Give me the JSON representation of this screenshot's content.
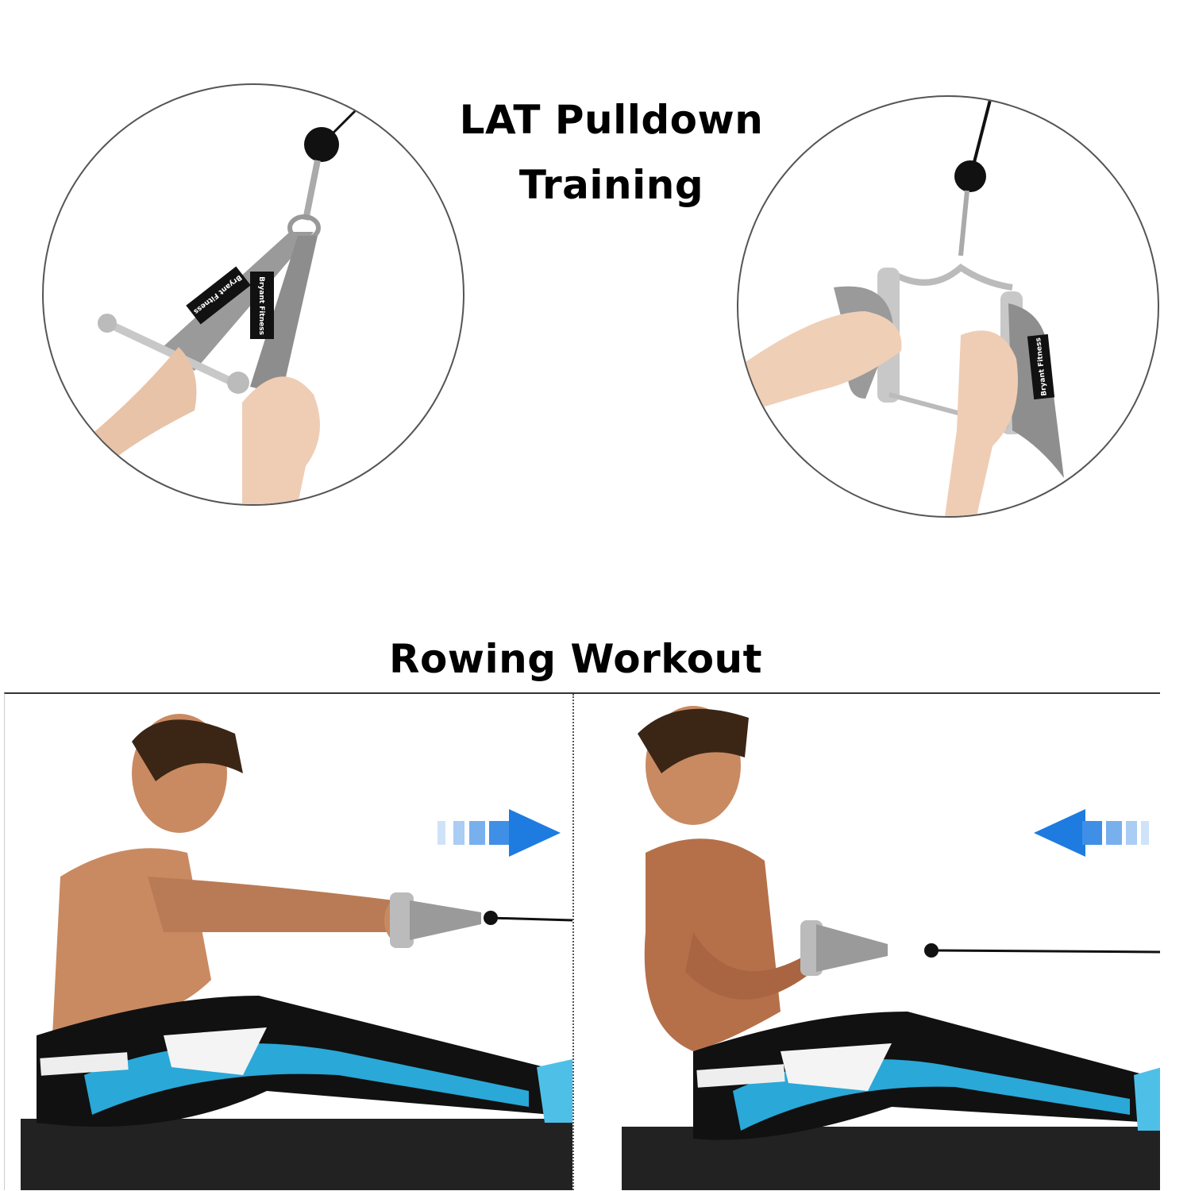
{
  "heading_lat": {
    "line1": "LAT Pulldown",
    "line2": "Training"
  },
  "heading_rowing": "Rowing Workout",
  "brand_logo_text": "Bryant Fitness",
  "colors": {
    "strap": "#9a9a9a",
    "arrow": "#1e7be0",
    "pants_blue": "#2aa8d8",
    "pants_black": "#111111",
    "skin": "#c98a62"
  },
  "arrows": {
    "left_panel": "arrow-right",
    "right_panel": "arrow-left"
  }
}
